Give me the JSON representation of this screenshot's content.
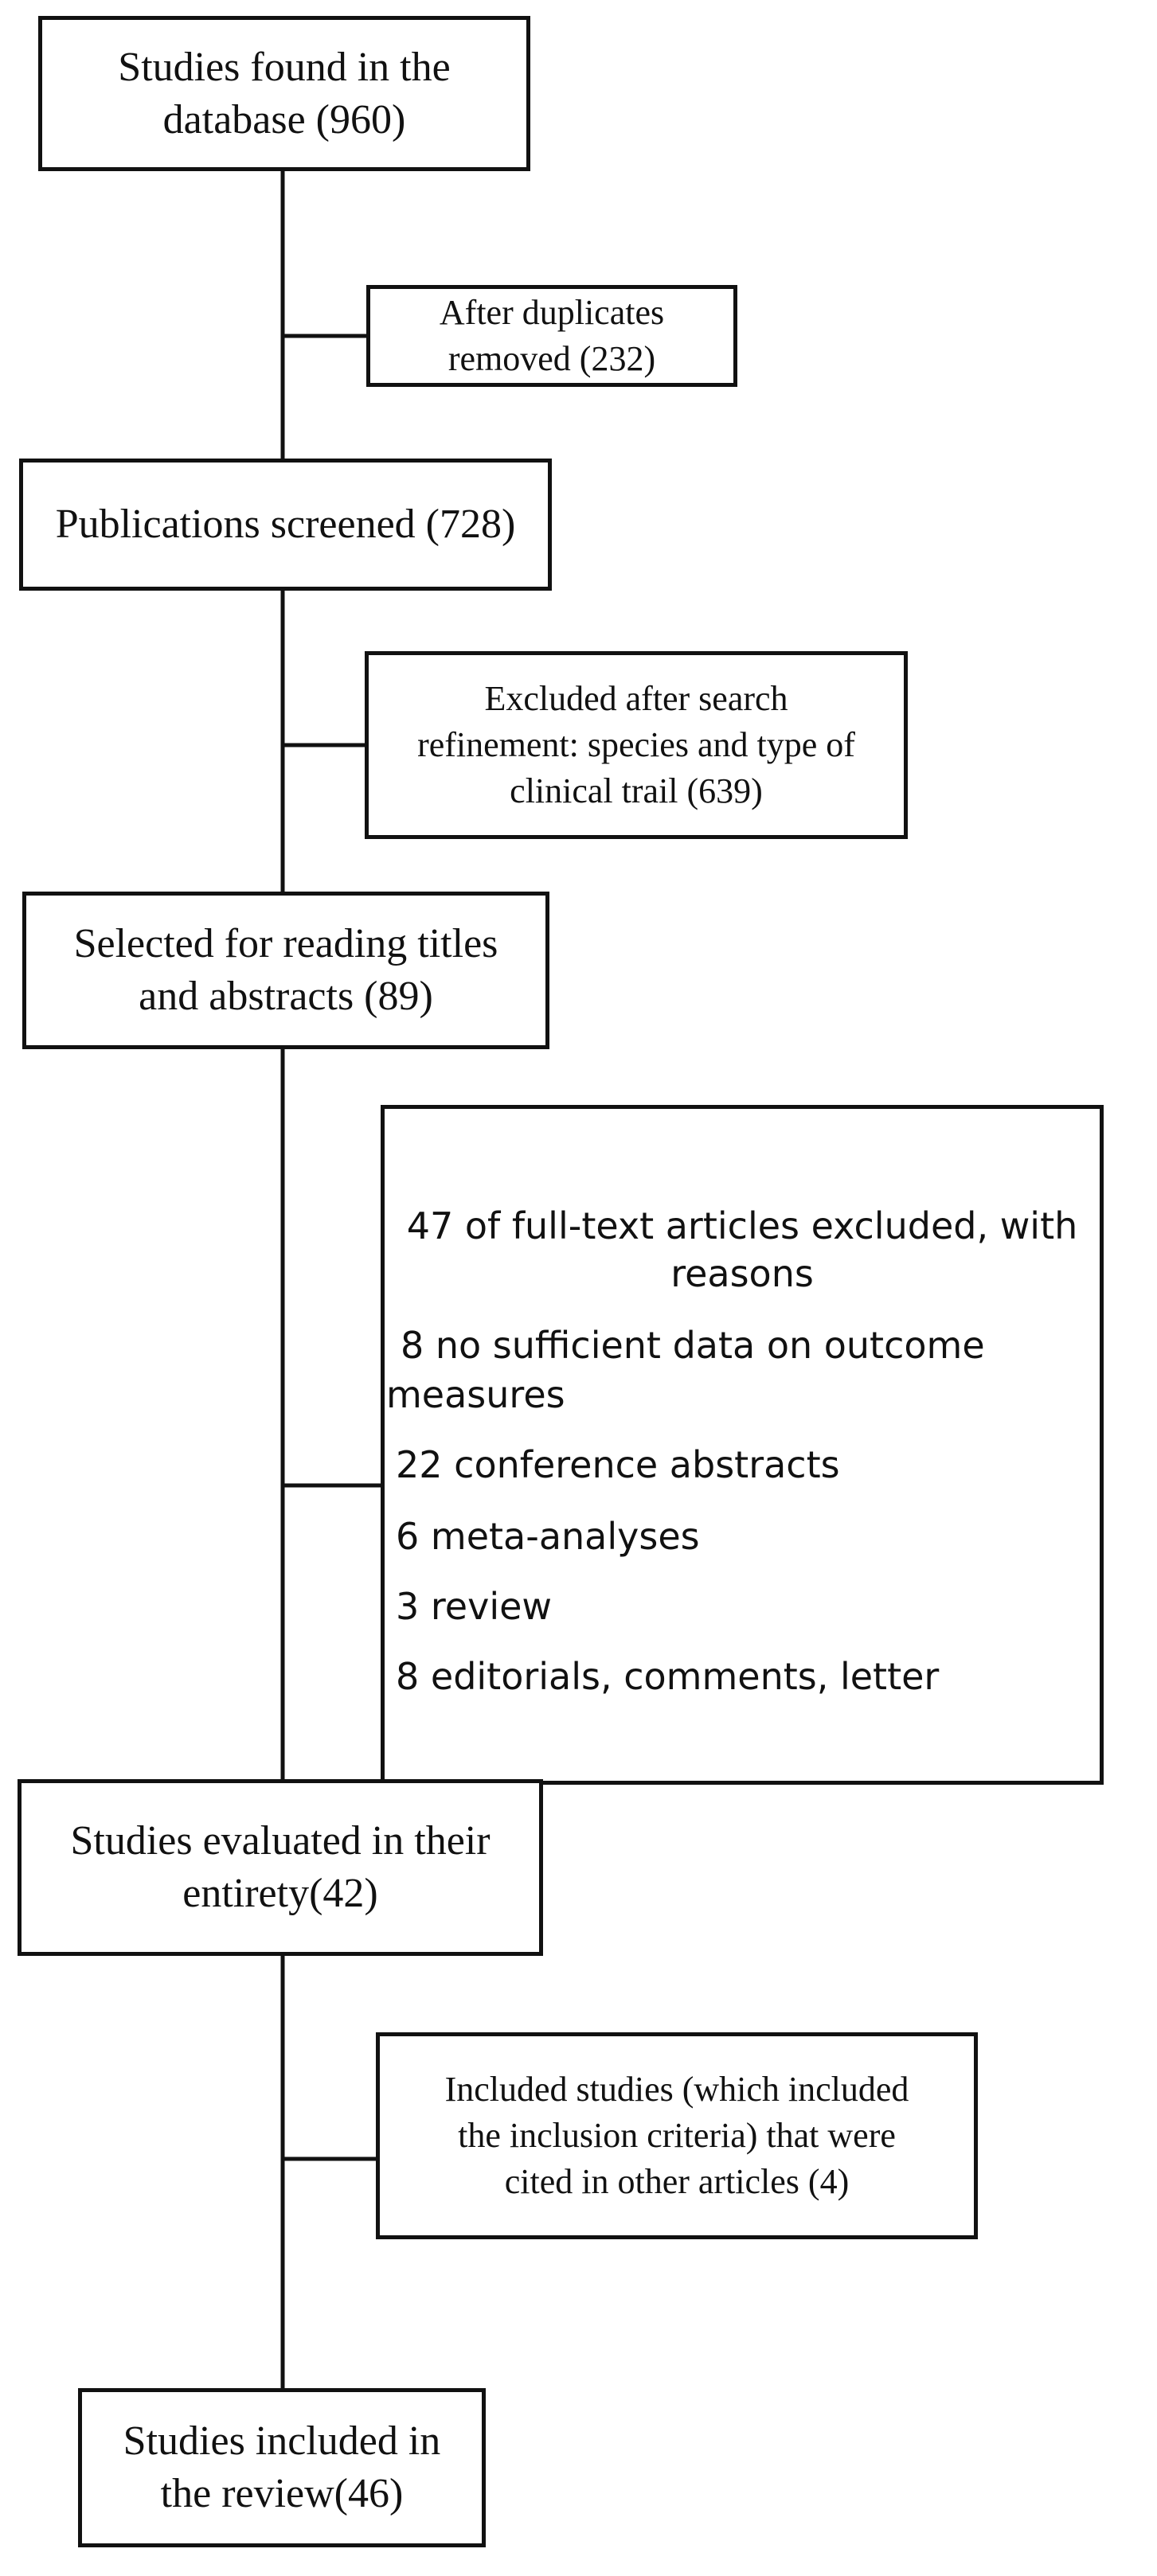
{
  "nodes": {
    "found": {
      "line1": "Studies found in the",
      "line2": "database (960)"
    },
    "duplicates": {
      "line1": "After duplicates",
      "line2": "removed (232)"
    },
    "screened": {
      "line1": "Publications screened (728)"
    },
    "refinement": {
      "line1": "Excluded after search",
      "line2": "refinement: species and type of",
      "line3": "clinical trail (639)"
    },
    "selected": {
      "line1": "Selected for reading titles",
      "line2": "and abstracts (89)"
    },
    "excluded_fulltext": {
      "header_line1": "47 of full-text articles excluded, with",
      "header_line2": "reasons",
      "reasons": [
        {
          "line1": "8 no sufficient data on outcome",
          "line2": "measures"
        },
        {
          "line1": "22 conference abstracts"
        },
        {
          "line1": "6 meta-analyses"
        },
        {
          "line1": "3 review"
        },
        {
          "line1": "8 editorials, comments, letter"
        }
      ]
    },
    "evaluated": {
      "line1": "Studies evaluated in their",
      "line2": "entirety(42)"
    },
    "cited": {
      "line1": "Included studies (which included",
      "line2": "the inclusion criteria) that were",
      "line3": "cited in other articles (4)"
    },
    "included": {
      "line1": "Studies included in",
      "line2": "the review(46)"
    }
  }
}
